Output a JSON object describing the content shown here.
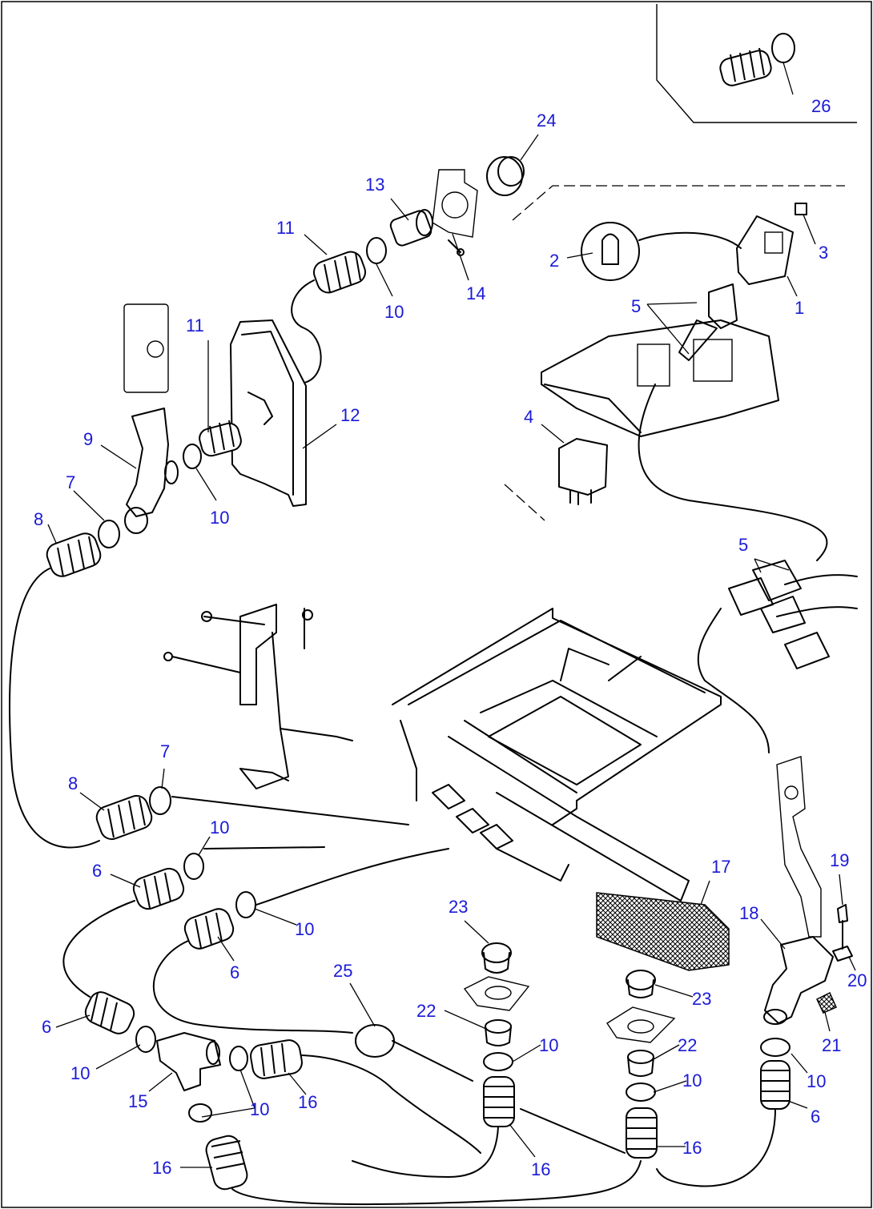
{
  "diagram": {
    "callouts": [
      {
        "text": "1"
      },
      {
        "text": "2"
      },
      {
        "text": "3"
      },
      {
        "text": "4"
      },
      {
        "text": "5"
      },
      {
        "text": "5"
      },
      {
        "text": "6"
      },
      {
        "text": "6"
      },
      {
        "text": "6"
      },
      {
        "text": "6"
      },
      {
        "text": "7"
      },
      {
        "text": "7"
      },
      {
        "text": "8"
      },
      {
        "text": "8"
      },
      {
        "text": "9"
      },
      {
        "text": "10"
      },
      {
        "text": "10"
      },
      {
        "text": "10"
      },
      {
        "text": "10"
      },
      {
        "text": "10"
      },
      {
        "text": "10"
      },
      {
        "text": "10"
      },
      {
        "text": "10"
      },
      {
        "text": "10"
      },
      {
        "text": "11"
      },
      {
        "text": "11"
      },
      {
        "text": "12"
      },
      {
        "text": "13"
      },
      {
        "text": "14"
      },
      {
        "text": "15"
      },
      {
        "text": "16"
      },
      {
        "text": "16"
      },
      {
        "text": "16"
      },
      {
        "text": "16"
      },
      {
        "text": "17"
      },
      {
        "text": "18"
      },
      {
        "text": "19"
      },
      {
        "text": "20"
      },
      {
        "text": "21"
      },
      {
        "text": "22"
      },
      {
        "text": "22"
      },
      {
        "text": "23"
      },
      {
        "text": "23"
      },
      {
        "text": "24"
      },
      {
        "text": "25"
      },
      {
        "text": "26"
      }
    ],
    "colors": {
      "callout": "#1a1ad6",
      "line": "#000000",
      "background": "#ffffff"
    }
  }
}
